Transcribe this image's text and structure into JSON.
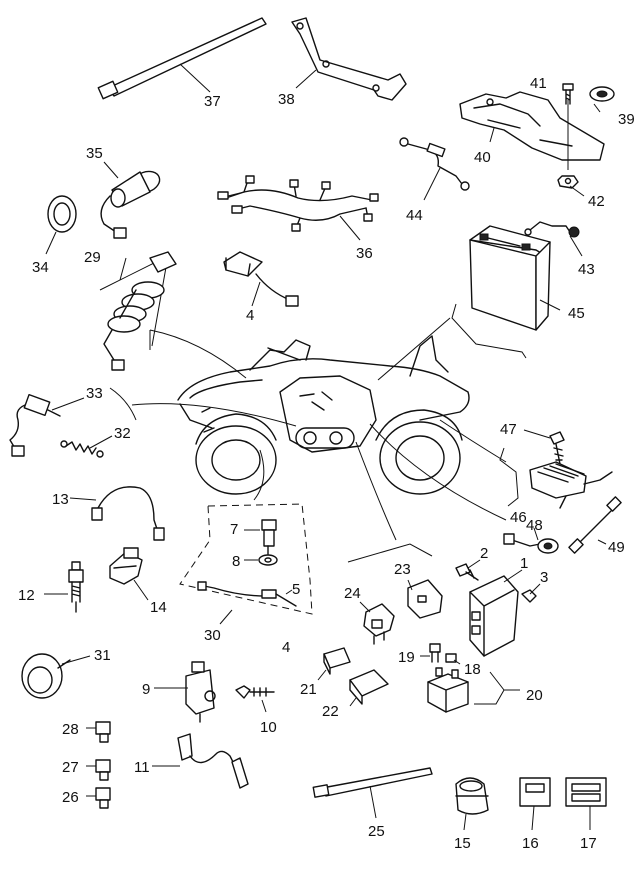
{
  "callouts": {
    "c1": "1",
    "c2": "2",
    "c3": "3",
    "c4a": "4",
    "c4b": "4",
    "c5": "5",
    "c7": "7",
    "c8": "8",
    "c9": "9",
    "c10": "10",
    "c11": "11",
    "c12": "12",
    "c13": "13",
    "c14": "14",
    "c15": "15",
    "c16": "16",
    "c17": "17",
    "c18": "18",
    "c19": "19",
    "c20": "20",
    "c21": "21",
    "c22": "22",
    "c23": "23",
    "c24": "24",
    "c25": "25",
    "c26": "26",
    "c27": "27",
    "c28": "28",
    "c29": "29",
    "c30": "30",
    "c31": "31",
    "c32": "32",
    "c33": "33",
    "c34": "34",
    "c35": "35",
    "c36": "36",
    "c37": "37",
    "c38": "38",
    "c39": "39",
    "c40": "40",
    "c41": "41",
    "c42": "42",
    "c43": "43",
    "c44": "44",
    "c45": "45",
    "c46": "46",
    "c47": "47",
    "c48": "48",
    "c49": "49"
  },
  "icons": {
    "vehicle": "atv-icon",
    "battery": "battery-icon",
    "cable_tie": "cable-tie-icon",
    "fuse": "fuse-icon",
    "relay": "relay-icon",
    "horn": "horn-icon",
    "spark_plug": "spark-plug-icon"
  }
}
